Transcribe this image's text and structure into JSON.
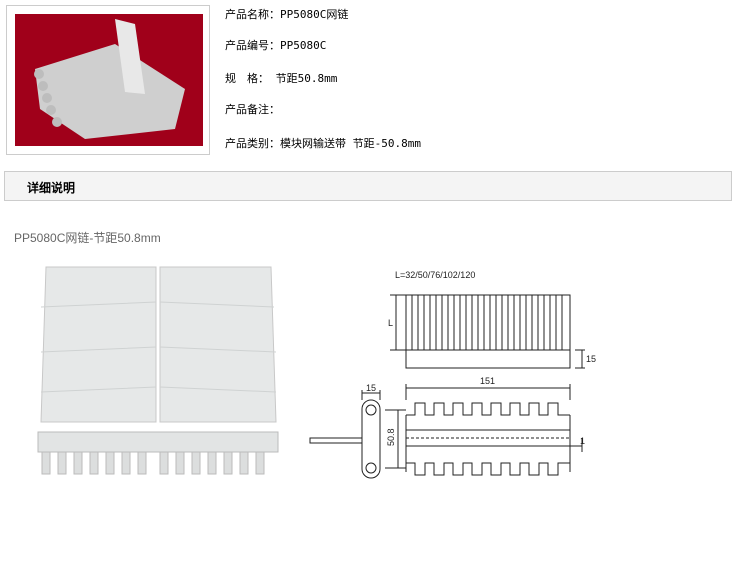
{
  "product": {
    "name_label": "产品名称：",
    "name": "PP5080C网链",
    "code_label": "产品编号：",
    "code": "PP5080C",
    "spec_label": "规　格：",
    "spec": " 节距50.8mm",
    "remark_label": "产品备注：",
    "remark": "",
    "category_label": "产品类别：",
    "category": "模块网输送带 节距-50.8mm"
  },
  "details": {
    "header": "详细说明",
    "caption": "PP5080C网链-节距50.8mm"
  },
  "drawing": {
    "L_label": "L=32/50/76/102/120",
    "L": "L",
    "dim15a": "15",
    "dim15b": "15",
    "dim151": "151",
    "dim508": "50.8",
    "dim1": "1"
  },
  "colors": {
    "photo_bg": "#a0001a"
  }
}
